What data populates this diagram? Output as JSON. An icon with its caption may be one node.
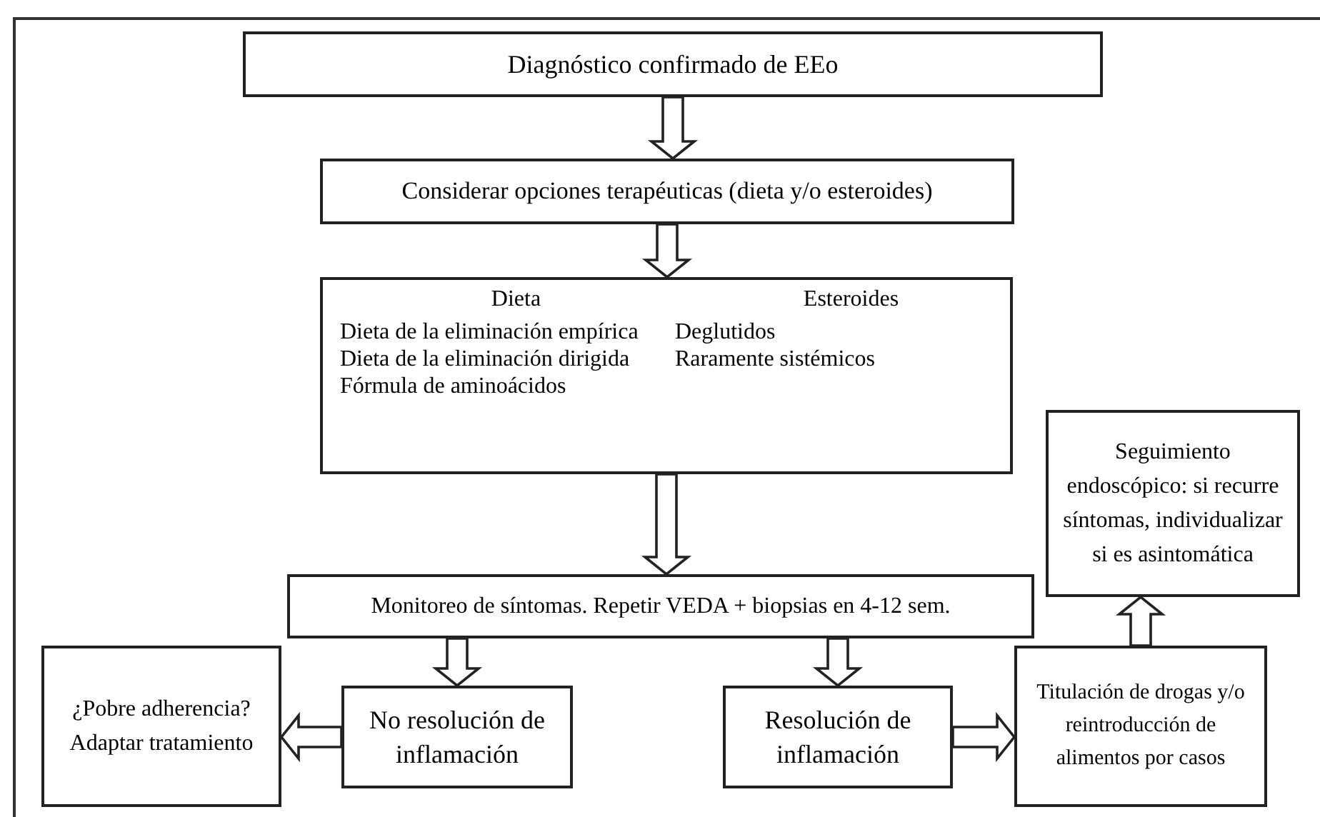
{
  "diagram": {
    "nodes": [
      {
        "text": [
          "Diagnóstico confirmado de EEo"
        ]
      },
      {
        "text": [
          "Considerar opciones terapéuticas (dieta y/o esteroides)"
        ]
      },
      {
        "text": [
          "Dieta",
          "Esteroides",
          "Dieta de la eliminación empírica",
          "Deglutidos",
          "Dieta de la eliminación dirigida",
          "Raramente sistémicos",
          "Fórmula de aminoácidos"
        ]
      },
      {
        "text": [
          "Monitoreo de síntomas. Repetir VEDA + biopsias en 4-12 sem."
        ]
      },
      {
        "text": [
          "Seguimiento endoscópico: si recurre síntomas, individualizar si es asintomática"
        ]
      },
      {
        "text": [
          "¿Pobre adherencia? Adaptar tratamiento"
        ]
      },
      {
        "text": [
          "No resolución de inflamación"
        ]
      },
      {
        "text": [
          "Resolución de inflamación"
        ]
      },
      {
        "text": [
          "Titulación de drogas y/o reintroducción de alimentos por casos"
        ]
      }
    ],
    "edges": [
      {
        "from": 0,
        "to": 1,
        "arrow": "to"
      },
      {
        "from": 1,
        "to": 2,
        "arrow": "to"
      },
      {
        "from": 2,
        "to": 3,
        "arrow": "to"
      },
      {
        "from": 3,
        "to": 6,
        "arrow": "to"
      },
      {
        "from": 3,
        "to": 7,
        "arrow": "to"
      },
      {
        "from": 6,
        "to": 5,
        "arrow": "to"
      },
      {
        "from": 7,
        "to": 8,
        "arrow": "to"
      },
      {
        "from": 8,
        "to": 4,
        "arrow": "to"
      }
    ]
  }
}
